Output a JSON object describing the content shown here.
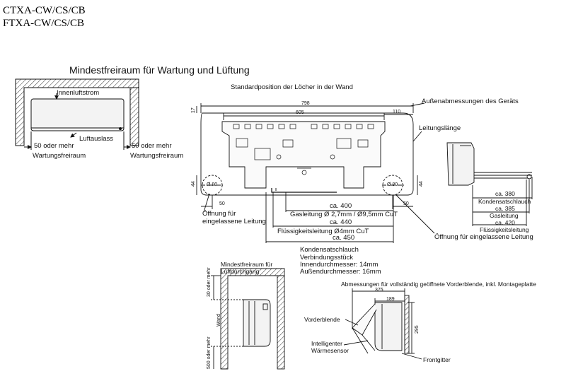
{
  "header": {
    "model_line_1": "CTXA-CW/CS/CB",
    "model_line_2": "FTXA-CW/CS/CB"
  },
  "clearance_panel": {
    "title": "Mindestfreiraum für Wartung und Lüftung",
    "airflow_in": "Innenluftstrom",
    "airflow_out": "Luftauslass",
    "left_clearance": "50 oder mehr",
    "right_clearance": "50 oder mehr",
    "left_label": "Wartungsfreiraum",
    "right_label": "Wartungsfreiraum"
  },
  "wall_panel": {
    "title": "Standardposition der Löcher in der Wand",
    "outer_dims": "Außenabmessungen des Geräts",
    "pipe_length": "Leitungslänge",
    "dim_798": "798",
    "dim_605": "605",
    "dim_110": "110",
    "dim_17": "17",
    "dim_44_left": "44",
    "dim_44_right": "44",
    "dim_50_left": "50",
    "dim_50_right": "50",
    "hole_left": "Ø 80",
    "hole_right": "Ø 80",
    "ca400": "ca. 400",
    "gas_pipe": "Gasleitung Ø 2,7mm / Ø9,5mm CuT",
    "ca440": "ca. 440",
    "liquid_pipe": "Flüssigkeitsleitung Ø4mm CuT",
    "ca450": "ca. 450",
    "condensate_hose": "Kondensatschlauch",
    "connector": "Verbindungsstück",
    "inner_diameter": "Innendurchmesser: 14mm",
    "outer_diameter": "Außendurchmesser: 16mm",
    "hole_left_label_1": "Öffnung für",
    "hole_left_label_2": "eingelassene Leitung",
    "hole_right_label": "Öffnung für eingelassene Leitung"
  },
  "side_panel": {
    "ca380": "ca. 380",
    "condensate": "Kondensatschlauch",
    "ca385": "ca. 385",
    "gas": "Gasleitung",
    "ca420": "ca. 420",
    "liquid": "Flüssigkeitsleitung"
  },
  "airflow_panel": {
    "title_1": "Mindestfreiraum für",
    "title_2": "Luftdurchgang",
    "top_clearance": "30 oder mehr",
    "bottom_clearance": "500 oder mehr",
    "wall_label": "Wand"
  },
  "open_panel": {
    "title": "Abmessungen für vollständig geöffnete Vorderblende, inkl. Montageplatte",
    "dim_375": "375",
    "dim_189": "189",
    "dim_295": "295",
    "front_panel": "Vorderblende",
    "sensor_1": "Intelligenter",
    "sensor_2": "Wärmesensor",
    "grille": "Frontgitter"
  }
}
